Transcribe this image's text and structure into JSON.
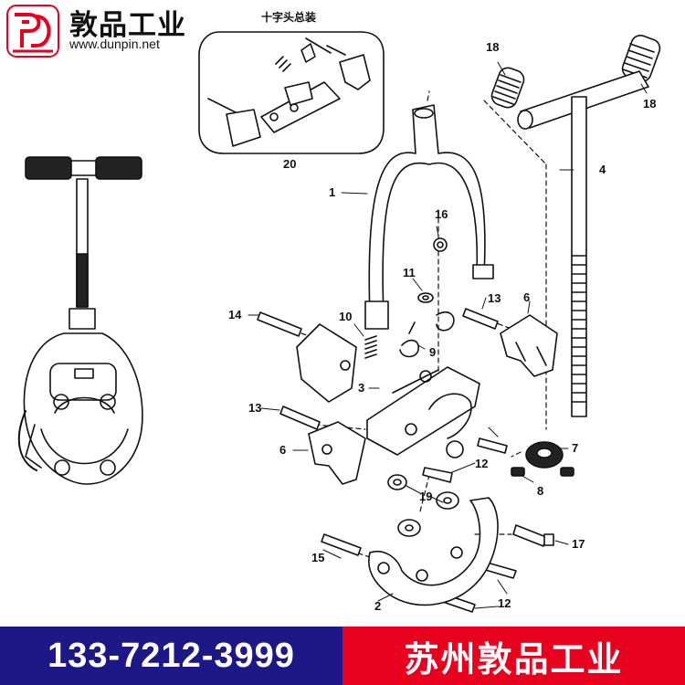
{
  "brand": {
    "name": "敦品工业",
    "url": "www.dunpin.net",
    "logo_icon": "dp-logo-icon",
    "logo_color": "#e8001f"
  },
  "subassembly": {
    "title": "十字头总装",
    "number": "20"
  },
  "part_labels": {
    "p1": "1",
    "p2": "2",
    "p3": "3",
    "p4": "4",
    "p6a": "6",
    "p6b": "6",
    "p7": "7",
    "p8": "8",
    "p9": "9",
    "p10": "10",
    "p11": "11",
    "p12a": "12",
    "p12b": "12",
    "p13a": "13",
    "p13b": "13",
    "p14": "14",
    "p15": "15",
    "p16": "16",
    "p17": "17",
    "p18a": "18",
    "p18b": "18",
    "p19": "19"
  },
  "banner": {
    "phone": "133-7212-3999",
    "company": "苏州敦品工业",
    "phone_bg": "#1d1787",
    "company_bg": "#e8001f"
  }
}
